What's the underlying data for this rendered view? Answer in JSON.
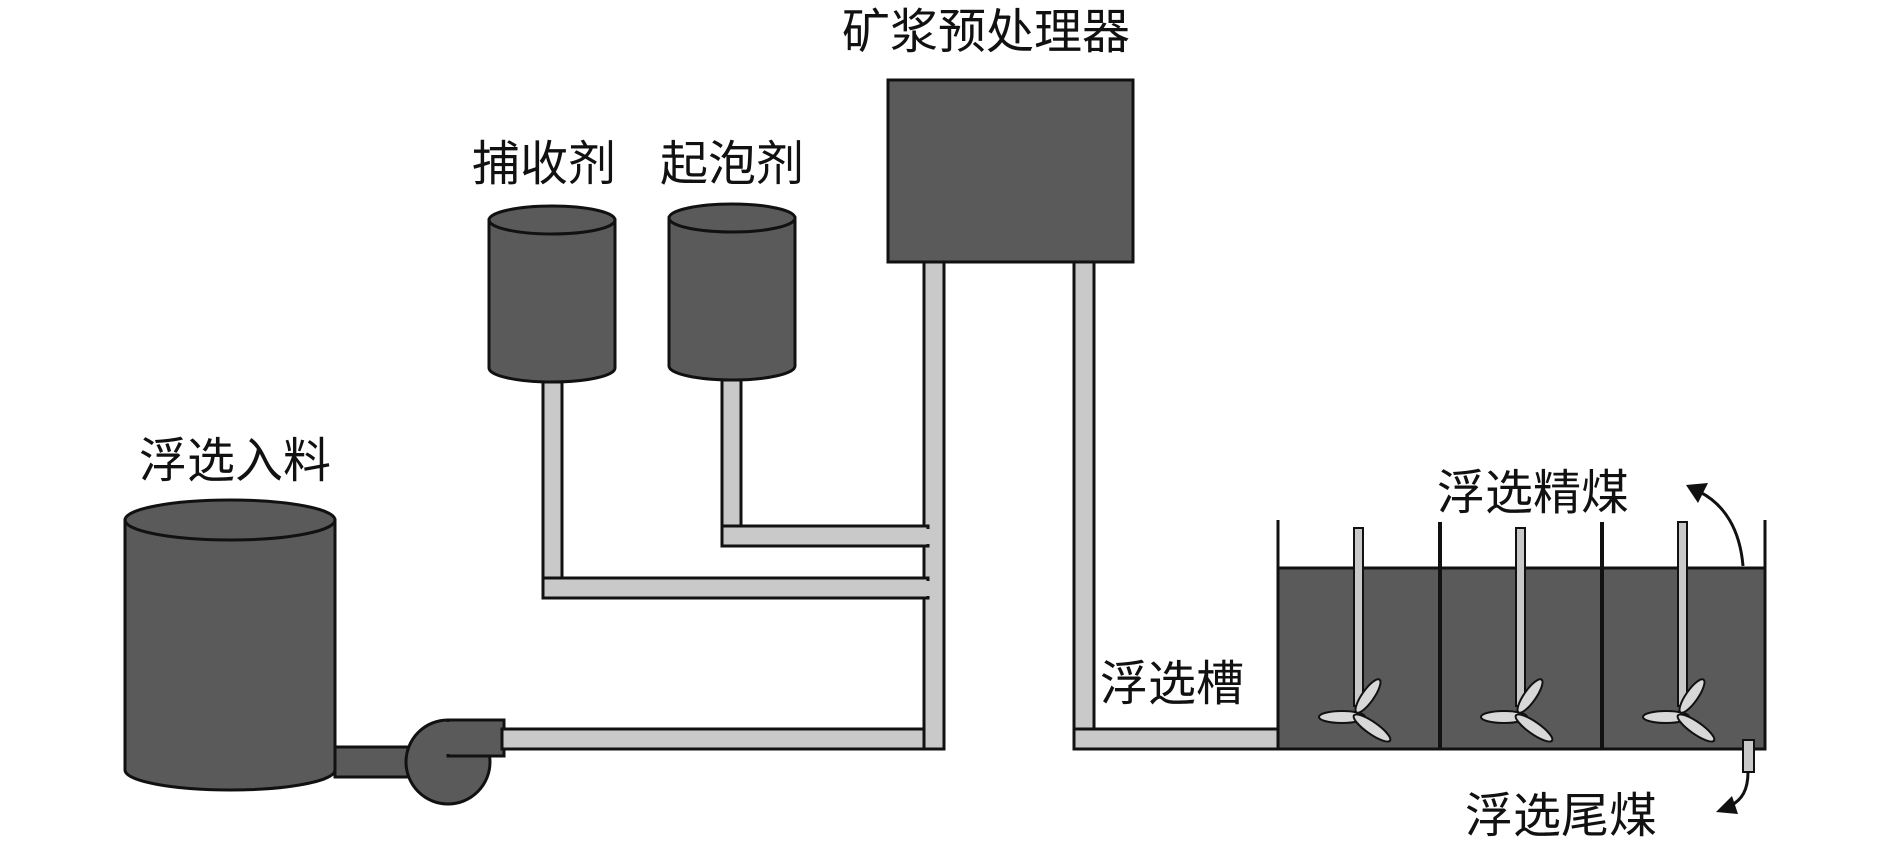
{
  "labels": {
    "slurry_pretreater": "矿浆预处理器",
    "collector": "捕收剂",
    "frother": "起泡剂",
    "flotation_feed": "浮选入料",
    "flotation_cell": "浮选槽",
    "clean_coal": "浮选精煤",
    "tailings": "浮选尾煤"
  },
  "colors": {
    "equipment_fill": "#5a5a5a",
    "pipe_fill": "#c9c9c9",
    "outline": "#111111",
    "impeller_fill": "#d8d8d8"
  }
}
